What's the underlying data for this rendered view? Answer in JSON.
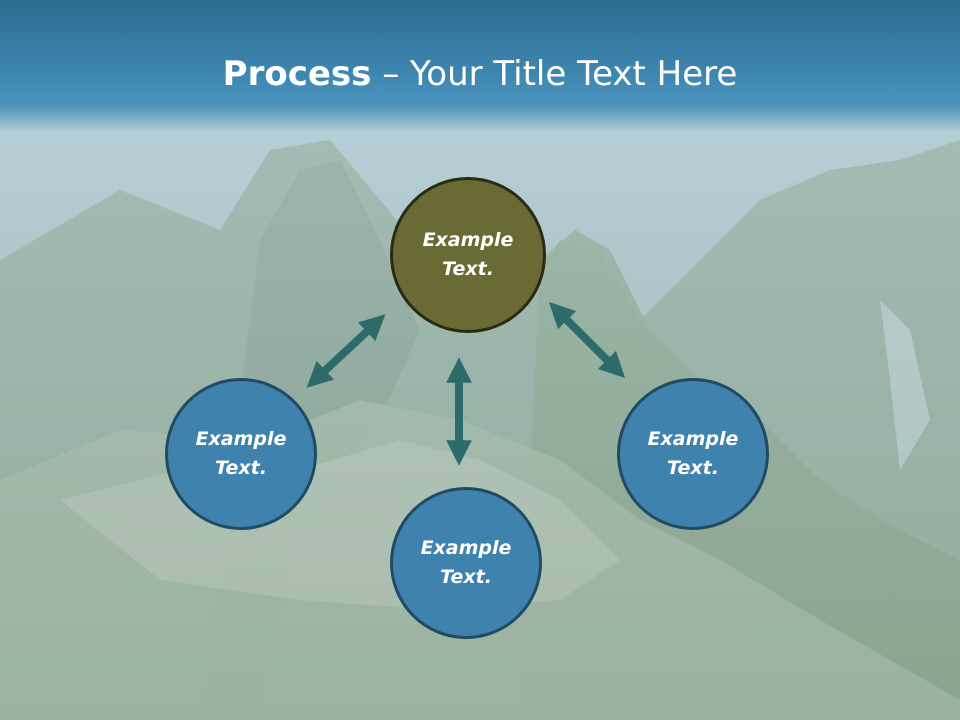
{
  "slide": {
    "title_bold": "Process",
    "title_separator": " – ",
    "title_rest": "Your Title Text Here"
  },
  "nodes": {
    "top": {
      "line1": "Example",
      "line2": "Text."
    },
    "left": {
      "line1": "Example",
      "line2": "Text."
    },
    "right": {
      "line1": "Example",
      "line2": "Text."
    },
    "bottom": {
      "line1": "Example",
      "line2": "Text."
    }
  },
  "colors": {
    "header": "#3d86b0",
    "center_node": "#6a6a35",
    "outer_node": "#3e82ad",
    "arrow": "#2d6a6a"
  }
}
